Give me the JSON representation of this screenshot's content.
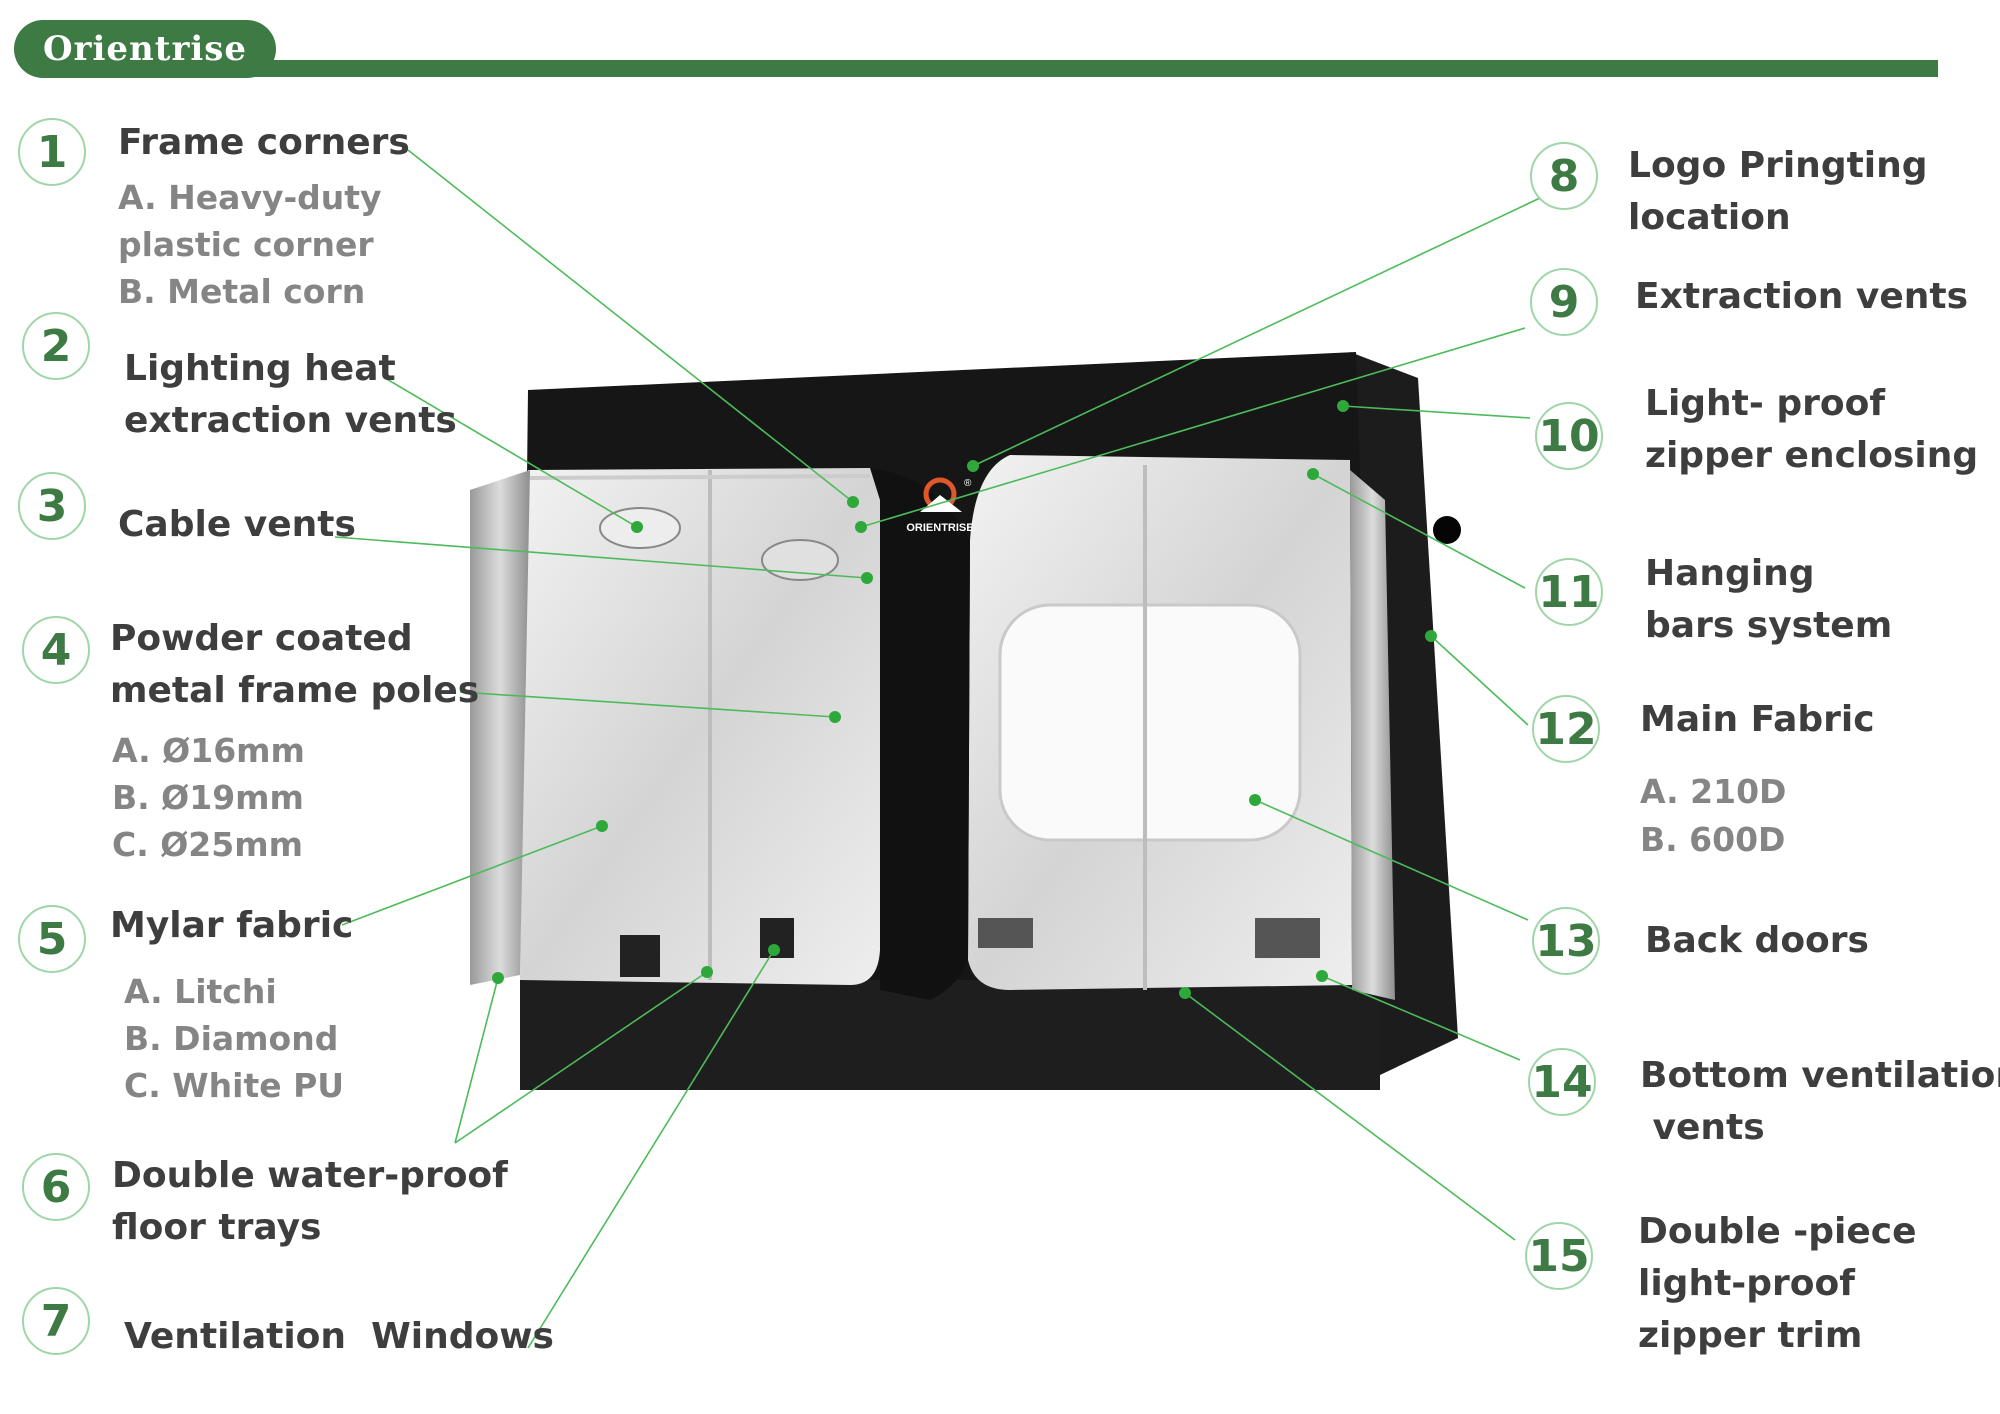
{
  "brand": {
    "name": "Orientrise"
  },
  "product_logo": {
    "text": "ORIENTRISE",
    "registered_mark": "®"
  },
  "callouts": [
    {
      "num": "1",
      "title_lines": [
        "Frame corners"
      ],
      "subs": [
        "A. Heavy-duty",
        "plastic corner",
        "B. Metal corn"
      ]
    },
    {
      "num": "2",
      "title_lines": [
        "Lighting heat",
        "extraction vents"
      ],
      "subs": []
    },
    {
      "num": "3",
      "title_lines": [
        "Cable vents"
      ],
      "subs": []
    },
    {
      "num": "4",
      "title_lines": [
        "Powder coated",
        "metal frame poles"
      ],
      "subs": [
        "A. Ø16mm",
        "B. Ø19mm",
        "C. Ø25mm"
      ]
    },
    {
      "num": "5",
      "title_lines": [
        "Mylar fabric"
      ],
      "subs": [
        "A. Litchi",
        "B. Diamond",
        "C. White PU"
      ]
    },
    {
      "num": "6",
      "title_lines": [
        "Double water-proof",
        "floor trays"
      ],
      "subs": []
    },
    {
      "num": "7",
      "title_lines": [
        "Ventilation  Windows"
      ],
      "subs": []
    },
    {
      "num": "8",
      "title_lines": [
        "Logo Pringting",
        "location"
      ],
      "subs": []
    },
    {
      "num": "9",
      "title_lines": [
        "Extraction vents"
      ],
      "subs": []
    },
    {
      "num": "10",
      "title_lines": [
        "Light- proof",
        "zipper enclosing"
      ],
      "subs": []
    },
    {
      "num": "11",
      "title_lines": [
        "Hanging",
        "bars system"
      ],
      "subs": []
    },
    {
      "num": "12",
      "title_lines": [
        "Main Fabric"
      ],
      "subs": [
        "A. 210D",
        "B. 600D"
      ]
    },
    {
      "num": "13",
      "title_lines": [
        "Back doors"
      ],
      "subs": []
    },
    {
      "num": "14",
      "title_lines": [
        "Bottom ventilation",
        " vents"
      ],
      "subs": []
    },
    {
      "num": "15",
      "title_lines": [
        "Double -piece",
        "light-proof",
        "zipper trim"
      ],
      "subs": []
    }
  ],
  "colors": {
    "brand_green": "#3d7a44",
    "badge_ring": "#9fd6a8",
    "leader_line": "#4dbb5a",
    "dot": "#2ea83a",
    "title_text": "#3e3e3e",
    "sub_text": "#858585"
  }
}
